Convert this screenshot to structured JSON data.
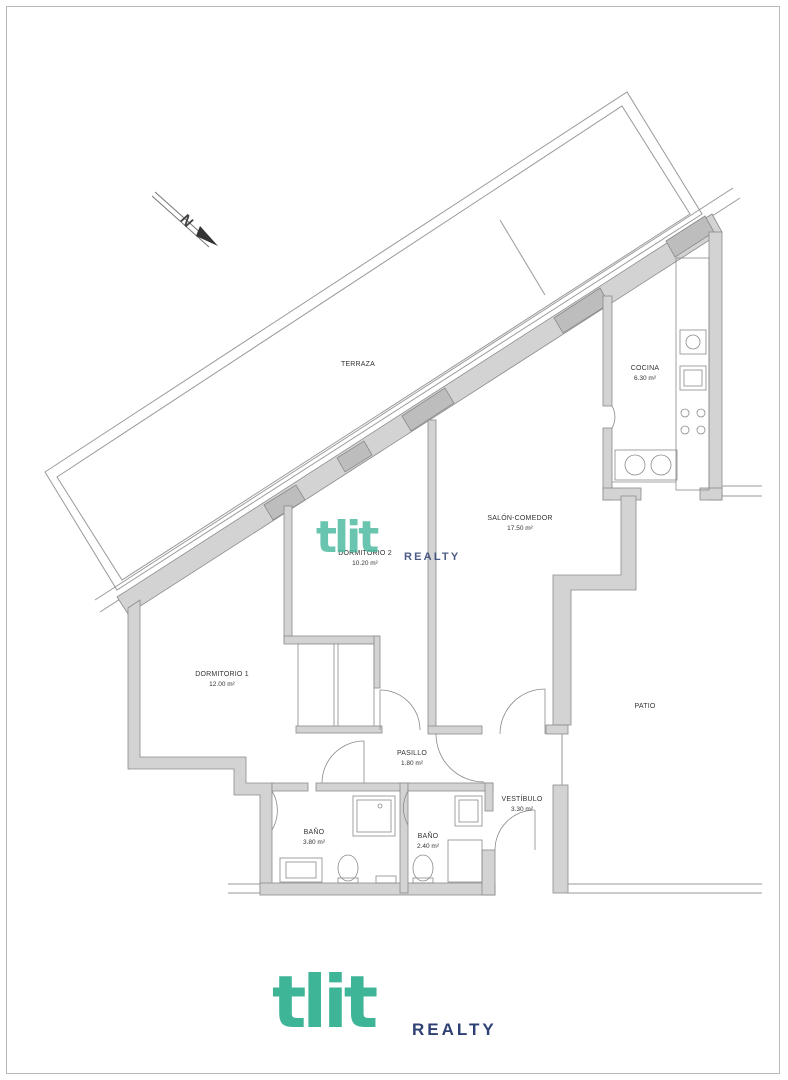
{
  "compass": {
    "label": "N",
    "icon": "north-arrow-icon"
  },
  "rooms": [
    {
      "id": "terraza",
      "name": "TERRAZA",
      "area": ""
    },
    {
      "id": "cocina",
      "name": "COCINA",
      "area": "6.30 m²"
    },
    {
      "id": "salon",
      "name": "SALÓN-COMEDOR",
      "area": "17.50 m²"
    },
    {
      "id": "dormitorio2",
      "name": "DORMITORIO 2",
      "area": "10.20 m²"
    },
    {
      "id": "dormitorio1",
      "name": "DORMITORIO 1",
      "area": "12.00 m²"
    },
    {
      "id": "pasillo",
      "name": "PASILLO",
      "area": "1.80 m²"
    },
    {
      "id": "patio",
      "name": "PATIO",
      "area": ""
    },
    {
      "id": "vestibulo",
      "name": "VESTÍBULO",
      "area": "3.30 m²"
    },
    {
      "id": "bano1",
      "name": "BAÑO",
      "area": "3.80 m²"
    },
    {
      "id": "bano2",
      "name": "BAÑO",
      "area": "2.40 m²"
    }
  ],
  "watermark": {
    "mark": "tlit",
    "word": "REALTY"
  },
  "logo": {
    "mark": "tlit",
    "word": "REALTY",
    "mark_color": "#3fb598",
    "word_color": "#2e3f73"
  }
}
